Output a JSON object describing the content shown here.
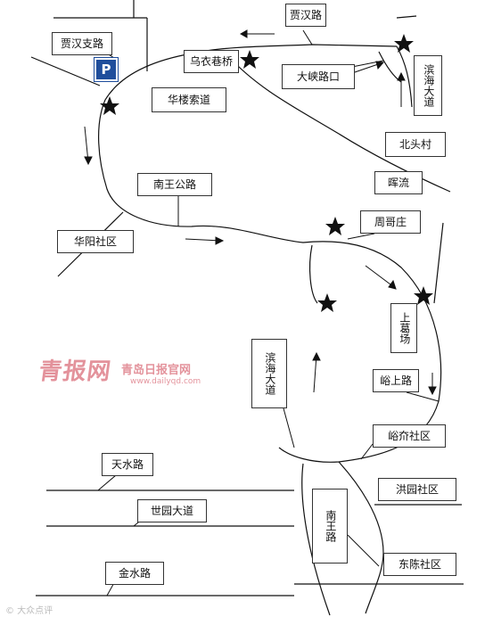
{
  "labels": {
    "jiahan_zhilu": "贾汉支路",
    "jiahan_lu": "贾汉路",
    "wuyi_xiangqiao": "乌衣巷桥",
    "daxia_lukou": "大峡路口",
    "binhai_dadao_top": "滨海大道",
    "hualou_suodao": "华楼索道",
    "beitoucun": "北头村",
    "huiliu": "晖流",
    "nanwang_gonglu": "南王公路",
    "zhougezhuang": "周哥庄",
    "huayang_shequ": "华阳社区",
    "shanggechang": "上葛场",
    "binhai_dadao_mid": "滨海大道",
    "yushang_lu": "峪上路",
    "yujie_shequ": "峪夼社区",
    "tianshui_lu": "天水路",
    "hongyuan_shequ": "洪园社区",
    "shiyuan_dadao": "世园大道",
    "nanshi_lu": "南王路",
    "jinshui_lu": "金水路",
    "dongchen_shequ": "东陈社区"
  },
  "parking_symbol": "P",
  "watermark": {
    "main": "青报网",
    "sub": "青岛日报官网",
    "url": "www.dailyqd.com"
  },
  "credit": "© 大众点评"
}
